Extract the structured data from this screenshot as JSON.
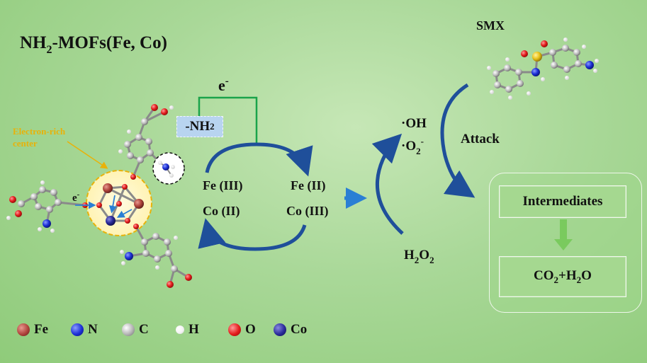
{
  "title_main": "NH",
  "title_sub": "2",
  "title_rest": "-MOFs(Fe, Co)",
  "electron_label": "e",
  "electron_sup": "-",
  "electron_rich_label": "Electron-rich center",
  "electron_rich_line1": "Electron-rich",
  "electron_rich_line2": "center",
  "nh2_group": "-NH",
  "nh2_sub": "2",
  "redox": {
    "fe3": "Fe (III)",
    "co2": "Co (II)",
    "fe2": "Fe (II)",
    "co3": "Co (III)"
  },
  "radicals": {
    "oh": "·OH",
    "o2": "·O",
    "o2_sub": "2",
    "o2_sup": "-"
  },
  "h2o2": "H",
  "h2o2_sub1": "2",
  "h2o2_mid": "O",
  "h2o2_sub2": "2",
  "attack": "Attack",
  "smx": "SMX",
  "intermediates": "Intermediates",
  "products": "CO",
  "products_sub": "2",
  "products_rest": "+H",
  "products_sub2": "2",
  "products_end": "O",
  "legend": [
    {
      "symbol": "Fe",
      "color": "#b0443c"
    },
    {
      "symbol": "N",
      "color": "#1c2fd6"
    },
    {
      "symbol": "C",
      "color": "#b5b5b5"
    },
    {
      "symbol": "H",
      "color": "#f4f4f4"
    },
    {
      "symbol": "O",
      "color": "#e41b1b"
    },
    {
      "symbol": "Co",
      "color": "#2a2a9a"
    }
  ],
  "colors": {
    "arrow_blue": "#1f4f9a",
    "connector_green": "#1aa34a",
    "down_arrow_green": "#5cbf3a",
    "electron_rich_yellow": "#e8b20a",
    "small_arrow_blue": "#2a7fd4"
  }
}
